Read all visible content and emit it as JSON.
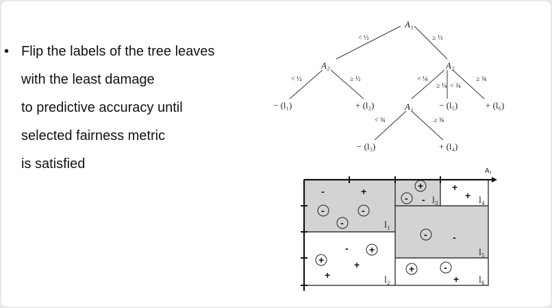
{
  "bullet": {
    "symbol": "•",
    "lines": [
      "Flip the labels of the tree leaves",
      "with the least damage",
      "to predictive accuracy until",
      "selected fairness metric",
      "is satisfied"
    ]
  },
  "tree": {
    "root": "A₁",
    "left_node": "A₂",
    "right_node": "A₂",
    "inner_node": "A₁",
    "edges": {
      "root_left": "< ½",
      "root_right": "≥ ½",
      "l_left": "< ½",
      "l_right": "≥ ½",
      "r_a": "< ¼",
      "r_b": "≥ ¼",
      "r_c": "< ¾",
      "r_d": "≥ ¾",
      "i_left": "< ¾",
      "i_right": "≥ ¾"
    },
    "leaves": {
      "l1": "− (l₁)",
      "l2": "+ (l₂)",
      "l3": "− (l₃)",
      "l4": "+ (l₄)",
      "l5": "− (l₅)",
      "l6": "+ (l₆)"
    }
  },
  "partition": {
    "axis_label": "A₁",
    "region_labels": {
      "l1": "l₁",
      "l2": "l₂",
      "l3": "l₃",
      "l4": "l₄",
      "l5": "l₅",
      "l6": "l₆"
    },
    "colors": {
      "shaded": "#d3d3d3",
      "white": "#ffffff",
      "line": "#111111"
    },
    "point_symbols": {
      "minus": "-",
      "plus": "+"
    }
  }
}
